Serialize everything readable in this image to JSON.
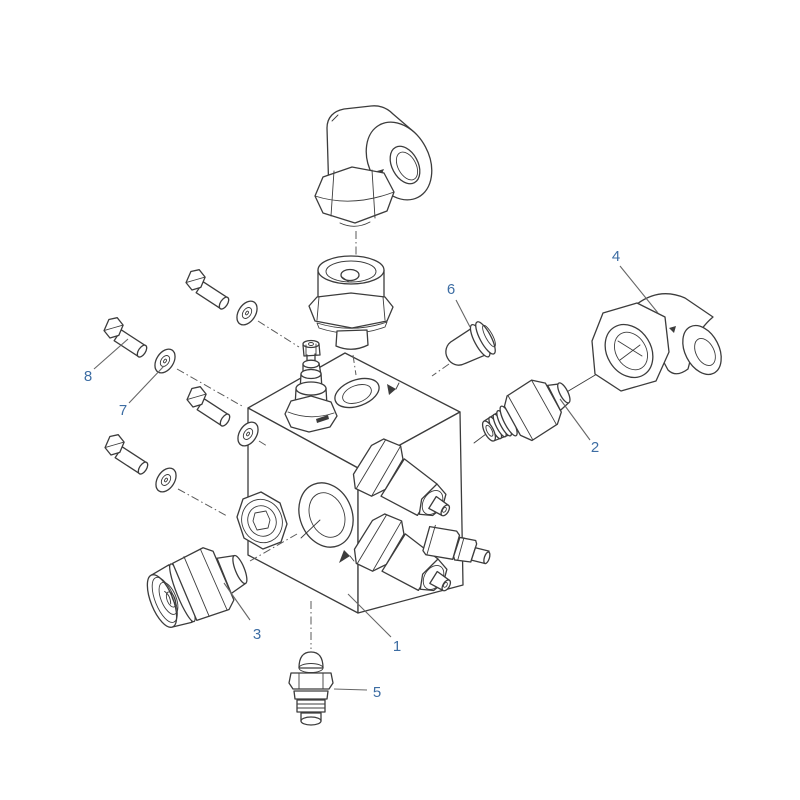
{
  "figure": {
    "type": "exploded-parts-diagram",
    "colors": {
      "line": "#3c3c3c",
      "label": "#3d6da3",
      "centerline": "#5a5a5a",
      "leader": "#666666",
      "background": "#ffffff"
    }
  },
  "callouts": [
    {
      "label": "1"
    },
    {
      "label": "2"
    },
    {
      "label": "3"
    },
    {
      "label": "4"
    },
    {
      "label": "5"
    },
    {
      "label": "6"
    },
    {
      "label": "7"
    },
    {
      "label": "8"
    }
  ]
}
